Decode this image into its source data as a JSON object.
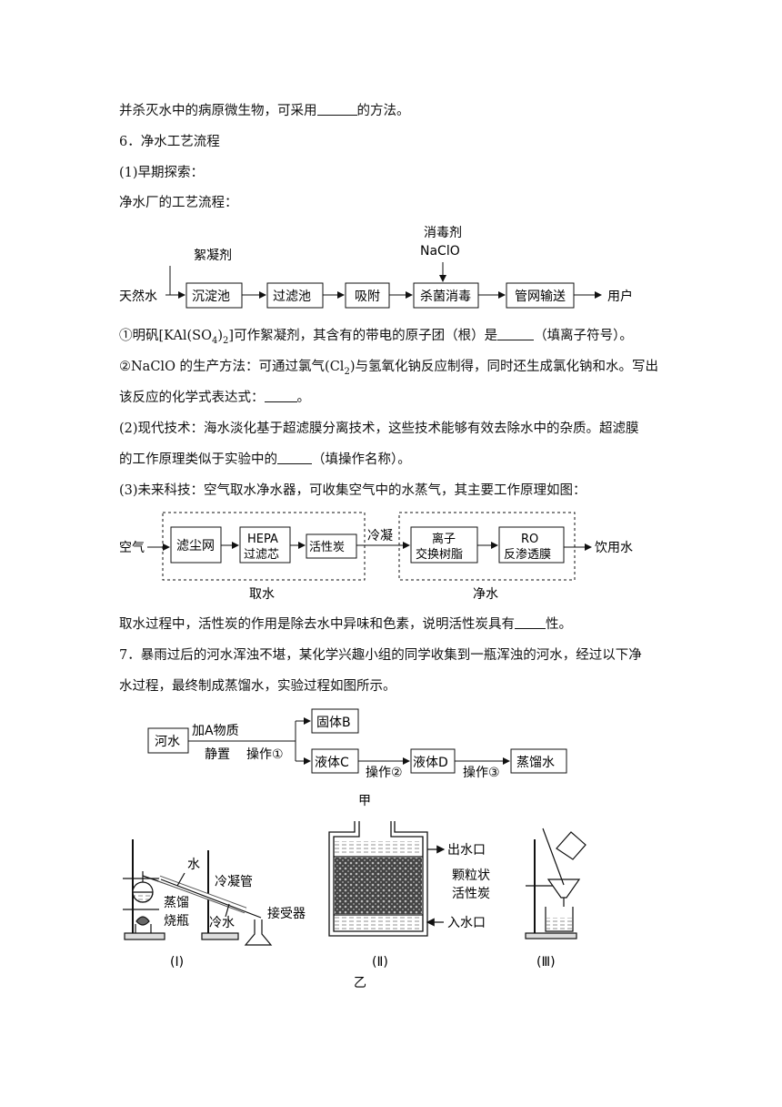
{
  "lines": {
    "l1": "并杀灭水中的病原微生物，可采用",
    "l1b": "的方法。",
    "q6": "6．净水工艺流程",
    "p1": "(1)早期探索：",
    "p2": "净水厂的工艺流程：",
    "a1": "①明矾[KAl(SO",
    "a1b": "4",
    "a1c": ")",
    "a1d": "2",
    "a1e": "]可作絮凝剂，其含有的带电的原子团（根）是",
    "a1f": "（填离子符号）。",
    "a2": "②NaClO 的生产方法：可通过氯气(Cl",
    "a2b": "2",
    "a2c": ")与氢氧化钠反应制得，同时还生成氯化钠和水。写出",
    "a2d": "该反应的化学式表达式：",
    "a2e": "。",
    "m1": "(2)现代技术：海水淡化基于超滤膜分离技术，这些技术能够有效去除水中的杂质。超滤膜",
    "m2": "的工作原理类似于实验中的",
    "m2b": "（填操作名称）。",
    "f1": "(3)未来科技：空气取水净水器，可收集空气中的水蒸气，其主要工作原理如图：",
    "f2": "取水过程中，活性炭的作用是除去水中异味和色素，说明活性炭具有",
    "f2b": "性。",
    "q7a": "7．暴雨过后的河水浑浊不堪，某化学兴趣小组的同学收集到一瓶浑浊的河水，经过以下净",
    "q7b": "水过程，最终制成蒸馏水，实验过程如图所示。"
  },
  "flow1": {
    "start": "天然水",
    "steps": [
      "沉淀池",
      "过滤池",
      "吸附",
      "杀菌消毒",
      "管网输送"
    ],
    "end": "用户",
    "flocculant": "絮凝剂",
    "disinfectant_1": "消毒剂",
    "disinfectant_2": "NaClO"
  },
  "flow2": {
    "start": "空气",
    "box1": "滤尘网",
    "box2a": "HEPA",
    "box2b": "过滤芯",
    "box3": "活性炭",
    "condense": "冷凝",
    "box4a": "离子",
    "box4b": "交换树脂",
    "box5a": "RO",
    "box5b": "反渗透膜",
    "end": "饮用水",
    "group1": "取水",
    "group2": "净水"
  },
  "flow3": {
    "river": "河水",
    "add": "加A物质",
    "settle": "静置",
    "op1": "操作①",
    "solidB": "固体B",
    "liquidC": "液体C",
    "op2": "操作②",
    "liquidD": "液体D",
    "op3": "操作③",
    "distilled": "蒸馏水"
  },
  "apparatus": {
    "water": "水",
    "condenser": "冷凝管",
    "flask1": "蒸馏",
    "flask2": "烧瓶",
    "coldwater": "冷水",
    "receiver": "接受器",
    "jia": "甲",
    "outlet": "出水口",
    "carbon1": "颗粒状",
    "carbon2": "活性炭",
    "inlet": "入水口",
    "label1": "(Ⅰ)",
    "label2": "(Ⅱ)",
    "label3": "(Ⅲ)",
    "yi": "乙"
  }
}
